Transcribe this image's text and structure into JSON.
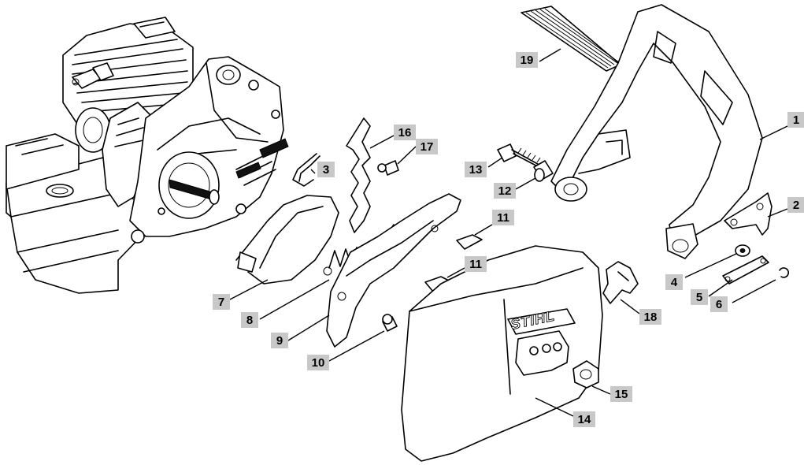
{
  "diagram": {
    "brand_text": "STIHL",
    "callouts": [
      {
        "id": "1",
        "label": "1"
      },
      {
        "id": "2",
        "label": "2"
      },
      {
        "id": "3",
        "label": "3"
      },
      {
        "id": "4",
        "label": "4"
      },
      {
        "id": "5",
        "label": "5"
      },
      {
        "id": "6",
        "label": "6"
      },
      {
        "id": "7",
        "label": "7"
      },
      {
        "id": "8",
        "label": "8"
      },
      {
        "id": "9",
        "label": "9"
      },
      {
        "id": "10",
        "label": "10"
      },
      {
        "id": "11a",
        "label": "11"
      },
      {
        "id": "11b",
        "label": "11"
      },
      {
        "id": "12",
        "label": "12"
      },
      {
        "id": "13",
        "label": "13"
      },
      {
        "id": "14",
        "label": "14"
      },
      {
        "id": "15",
        "label": "15"
      },
      {
        "id": "16",
        "label": "16"
      },
      {
        "id": "17",
        "label": "17"
      },
      {
        "id": "18",
        "label": "18"
      },
      {
        "id": "19",
        "label": "19"
      }
    ]
  }
}
